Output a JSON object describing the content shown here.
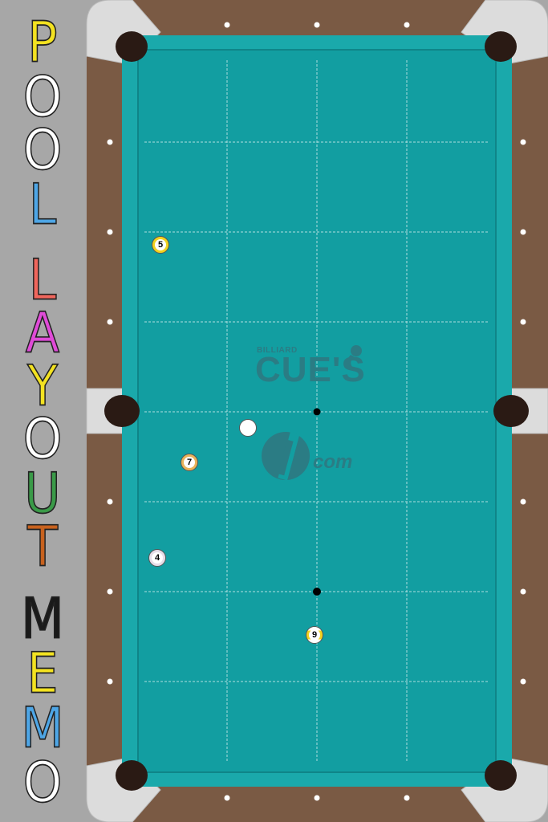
{
  "title": {
    "letters": [
      {
        "char": "P",
        "color": "#f3e221"
      },
      {
        "char": "O",
        "color": "#ffffff"
      },
      {
        "char": "O",
        "color": "#ffffff"
      },
      {
        "char": "L",
        "color": "#4ea6e6"
      },
      {
        "char": "L",
        "color": "#f0665c"
      },
      {
        "char": "A",
        "color": "#e04bd8"
      },
      {
        "char": "Y",
        "color": "#f3e221"
      },
      {
        "char": "O",
        "color": "#ffffff"
      },
      {
        "char": "U",
        "color": "#3a9a48"
      },
      {
        "char": "T",
        "color": "#c8621e"
      },
      {
        "char": "M",
        "color": "#1a1a1a"
      },
      {
        "char": "E",
        "color": "#f3e221"
      },
      {
        "char": "M",
        "color": "#4ea6e6"
      },
      {
        "char": "O",
        "color": "#ffffff"
      }
    ]
  },
  "logo": {
    "billiard": "BILLIARD",
    "cues": "CUE'S",
    "com": "com"
  },
  "balls": [
    {
      "number": "5",
      "stripe": false,
      "color": "#f2d21f"
    },
    {
      "number": "7",
      "stripe": false,
      "color": "#e9b35a"
    },
    {
      "number": "4",
      "stripe": false,
      "color": "#e6dde8"
    },
    {
      "number": "9",
      "stripe": true,
      "color": "#f2d21f"
    }
  ],
  "colors": {
    "felt": "#129ea1",
    "cushion": "#1aa9ab",
    "rail_wood": "#7a5a44",
    "corner": "#dcdcdc",
    "background": "#a7a7a7"
  }
}
